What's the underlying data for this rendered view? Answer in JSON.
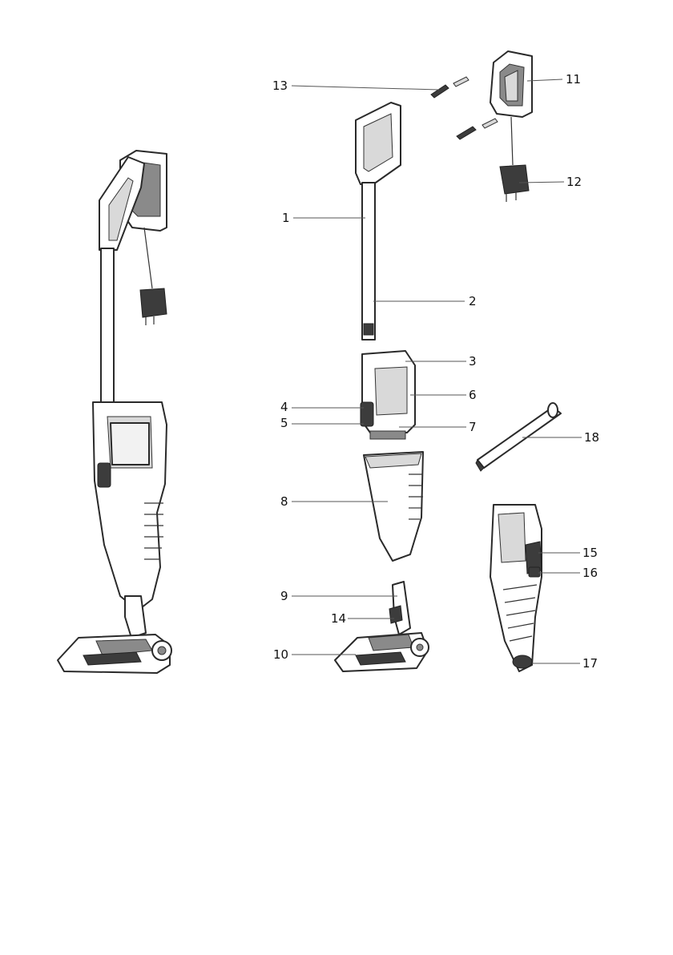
{
  "callouts": [
    {
      "id": "1",
      "label": "1"
    },
    {
      "id": "2",
      "label": "2"
    },
    {
      "id": "3",
      "label": "3"
    },
    {
      "id": "4",
      "label": "4"
    },
    {
      "id": "5",
      "label": "5"
    },
    {
      "id": "6",
      "label": "6"
    },
    {
      "id": "7",
      "label": "7"
    },
    {
      "id": "8",
      "label": "8"
    },
    {
      "id": "9",
      "label": "9"
    },
    {
      "id": "10",
      "label": "10"
    },
    {
      "id": "11",
      "label": "11"
    },
    {
      "id": "12",
      "label": "12"
    },
    {
      "id": "13",
      "label": "13"
    },
    {
      "id": "14",
      "label": "14"
    },
    {
      "id": "15",
      "label": "15"
    },
    {
      "id": "16",
      "label": "16"
    },
    {
      "id": "17",
      "label": "17"
    },
    {
      "id": "18",
      "label": "18"
    }
  ],
  "footer": {
    "text": ""
  },
  "colors": {
    "outline": "#2a2a2a",
    "shade_dark": "#3c3c3c",
    "shade_mid": "#8a8a8a",
    "shade_light": "#d9d9d9"
  }
}
